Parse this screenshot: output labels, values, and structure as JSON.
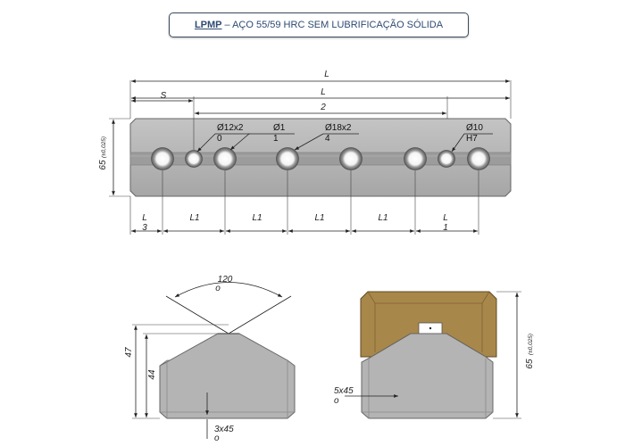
{
  "header": {
    "code": "LPMP",
    "rest": "– AÇO 55/59 HRC SEM LUBRIFICAÇÃO SÓLIDA"
  },
  "top_view": {
    "dim_L_overall": "L",
    "dim_L_inner": "L",
    "dim_L2": "2",
    "dim_S": "S",
    "height": "65",
    "height_tol": "(±0,025)",
    "holes": [
      {
        "top": "Ø12x2",
        "bottom": "0"
      },
      {
        "top": "Ø1",
        "bottom": "1"
      },
      {
        "top": "Ø18x2",
        "bottom": "4"
      },
      {
        "top": "Ø10",
        "bottom": "H7"
      }
    ],
    "bottom_dims": [
      {
        "top": "L",
        "bottom": "3"
      },
      {
        "top": "L1",
        "bottom": ""
      },
      {
        "top": "L1",
        "bottom": ""
      },
      {
        "top": "L1",
        "bottom": ""
      },
      {
        "top": "L1",
        "bottom": ""
      },
      {
        "top": "L",
        "bottom": "1"
      }
    ]
  },
  "side_view_left": {
    "angle": "120",
    "angle_unit": "o",
    "dim_47": "47",
    "dim_44": "44",
    "chamfer": "3x45",
    "chamfer_unit": "o"
  },
  "side_view_right": {
    "chamfer": "5x45",
    "chamfer_unit": "o",
    "height": "65",
    "height_tol": "(±0,025)"
  },
  "colors": {
    "plate": "#b4b4b4",
    "plate_dark": "#8e8e8e",
    "brass": "#a8874a",
    "brass_dark": "#7d6230",
    "title_text": "#2e4a73"
  }
}
